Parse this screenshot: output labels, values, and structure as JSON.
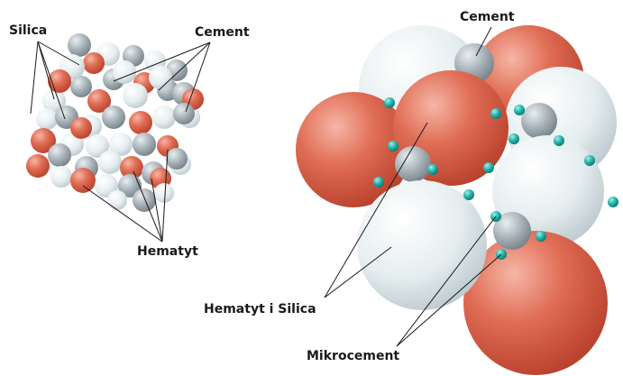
{
  "labels": {
    "silica": "Silica",
    "cement_left": "Cement",
    "hematyt": "Hematyt",
    "cement_right": "Cement",
    "hematyt_silica": "Hematyt i Silica",
    "mikrocement": "Mikrocement"
  },
  "colors": {
    "hematite": "#d95a43",
    "silica": "#dfe8ea",
    "cement": "#9aa6ad",
    "microcement": "#1ea69d",
    "leader": "#1a1a1a"
  }
}
